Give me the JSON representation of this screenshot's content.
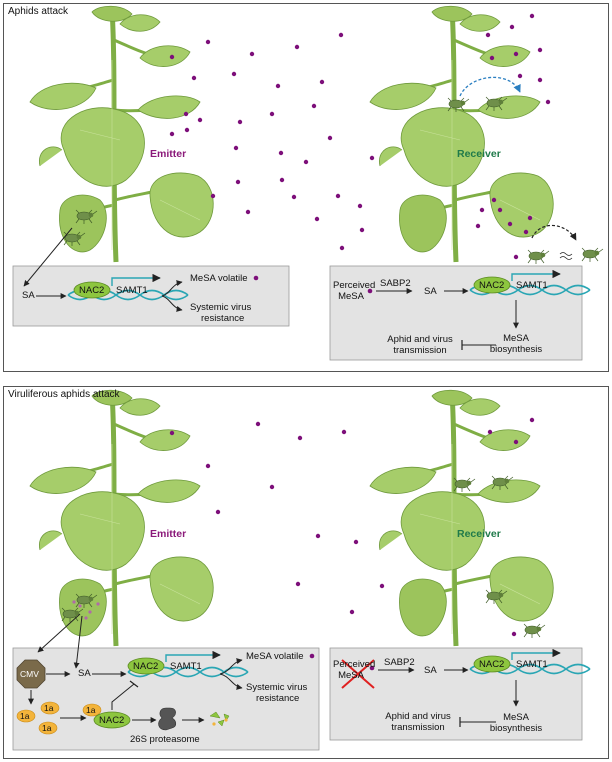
{
  "top": {
    "title": "Aphids attack",
    "emitter_label": "Emitter",
    "receiver_label": "Receiver",
    "emitter_box": {
      "sa": "SA",
      "nac2": "NAC2",
      "samt1": "SAMT1",
      "mesa_volatile": "MeSA volatile",
      "systemic_line1": "Systemic virus",
      "systemic_line2": "resistance"
    },
    "receiver_box": {
      "perceived_line1": "Perceived",
      "perceived_line2": "MeSA",
      "sabp2": "SABP2",
      "sa": "SA",
      "nac2": "NAC2",
      "samt1": "SAMT1",
      "mesa_line1": "MeSA",
      "mesa_line2": "biosynthesis",
      "aphid_line1": "Aphid and virus",
      "aphid_line2": "transmission"
    }
  },
  "bottom": {
    "title": "Viruliferous aphids attack",
    "emitter_label": "Emitter",
    "receiver_label": "Receiver",
    "emitter_box": {
      "cmv": "CMV",
      "sa": "SA",
      "nac2": "NAC2",
      "samt1": "SAMT1",
      "mesa_volatile": "MeSA volatile",
      "systemic_line1": "Systemic virus",
      "systemic_line2": "resistance",
      "one_a": "1a",
      "nac2_bound": "NAC2",
      "proteasome": "26S proteasome"
    },
    "receiver_box": {
      "perceived_line1": "Perceived",
      "perceived_line2": "MeSA",
      "sabp2": "SABP2",
      "sa": "SA",
      "nac2": "NAC2",
      "samt1": "SAMT1",
      "mesa_line1": "MeSA",
      "mesa_line2": "biosynthesis",
      "aphid_line1": "Aphid and virus",
      "aphid_line2": "transmission"
    }
  },
  "colors": {
    "mesa_dot": "#7d0f7a",
    "leaf_fill": "#a6cd6a",
    "leaf_dark": "#8ab954",
    "stem": "#7fae45",
    "nac2_fill": "#8dc63f",
    "dna": "#2aa6b4",
    "box_fill": "#e3e3e3",
    "one_a_fill": "#f3b43b",
    "cmv_fill": "#7a6a4a",
    "cross": "#e02020",
    "blue_arrow": "#2b7fc1"
  }
}
